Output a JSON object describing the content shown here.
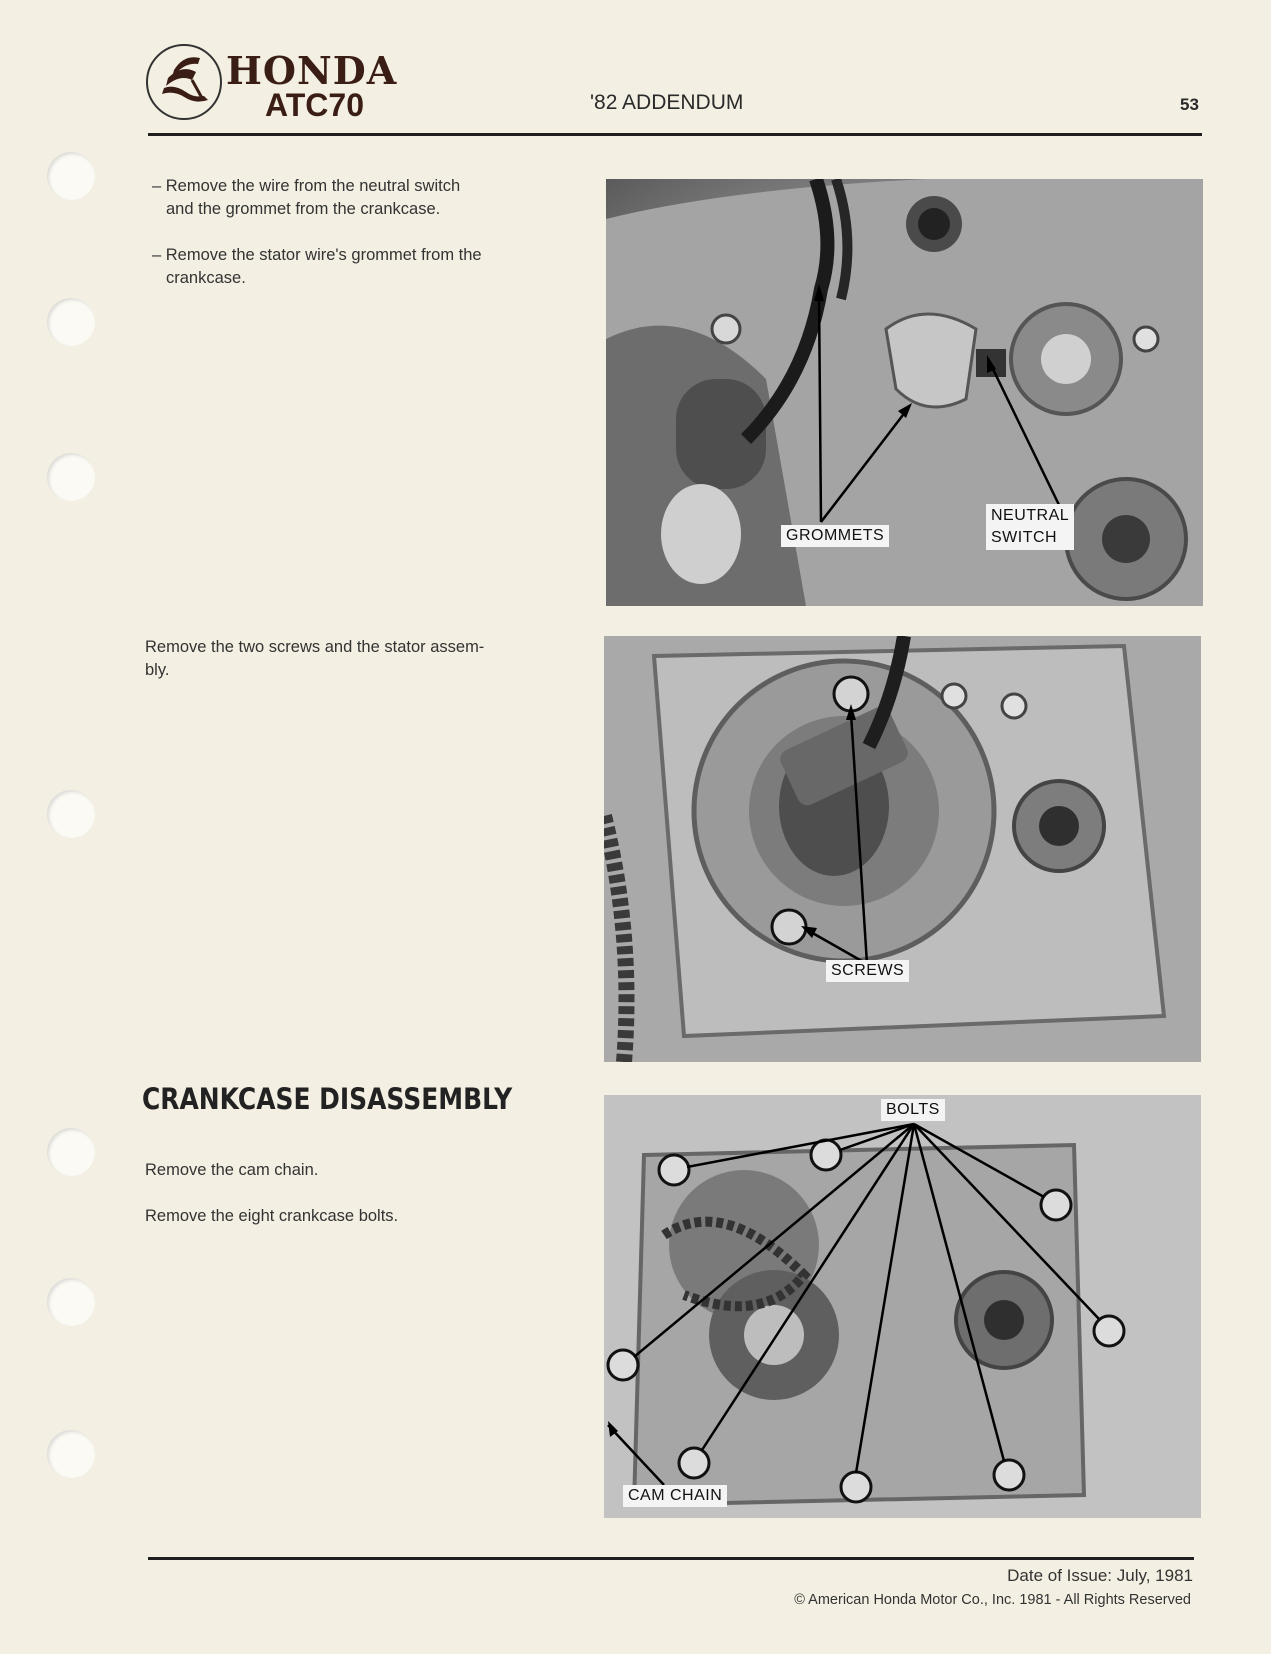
{
  "header": {
    "brand": "HONDA",
    "model": "ATC70",
    "section": "'82 ADDENDUM",
    "page_number": "53",
    "logo_icon": "honda-wing-icon"
  },
  "steps": {
    "step1_a": "– Remove the wire from the neutral switch",
    "step1_b": "and the grommet from the crankcase.",
    "step2_a": "– Remove the stator wire's grommet from the",
    "step2_b": "crankcase.",
    "step3_a": "Remove the two screws and the stator assem-",
    "step3_b": "bly.",
    "heading": "CRANKCASE DISASSEMBLY",
    "step4": "Remove the cam chain.",
    "step5": "Remove the eight crankcase bolts."
  },
  "figures": {
    "fig1": {
      "grommets": "GROMMETS",
      "neutral_1": "NEUTRAL",
      "neutral_2": "SWITCH"
    },
    "fig2": {
      "screws": "SCREWS"
    },
    "fig3": {
      "bolts": "BOLTS",
      "cam_chain": "CAM CHAIN"
    }
  },
  "footer": {
    "date": "Date of Issue:  July, 1981",
    "copyright": "©  American Honda Motor Co., Inc. 1981 - All Rights Reserved"
  }
}
